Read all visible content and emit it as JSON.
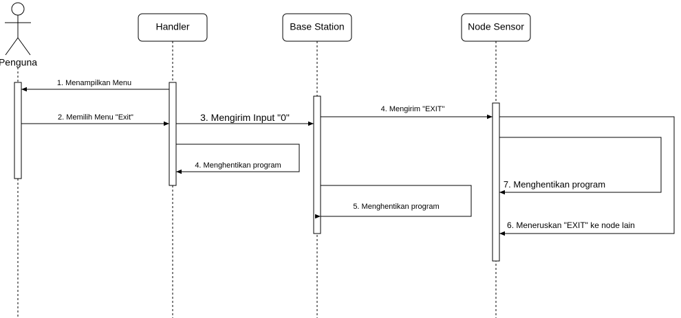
{
  "participants": {
    "user": "Penguna",
    "handler": "Handler",
    "base_station": "Base Station",
    "node_sensor": "Node Sensor"
  },
  "messages": {
    "m1": "1. Menampilkan Menu",
    "m2": "2. Memilih Menu \"Exit\"",
    "m3": "3. Mengirim Input \"0\"",
    "m4": "4. Mengirim \"EXIT\"",
    "m4b": "4. Menghentikan program",
    "m5": "5. Menghentikan program",
    "m6": "6. Meneruskan \"EXIT\" ke node lain",
    "m7": "7. Menghentikan program"
  }
}
